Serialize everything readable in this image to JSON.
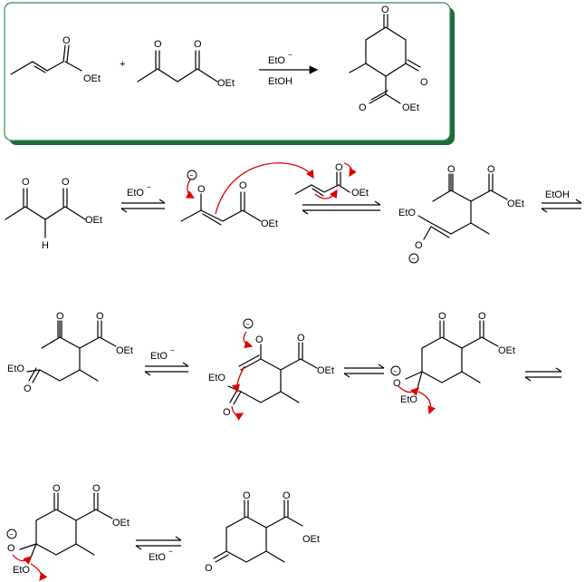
{
  "labels": {
    "oet": "OEt",
    "eto": "EtO",
    "o": "O",
    "h": "H",
    "plus": "+",
    "minus": "−",
    "ethoxide": "EtO",
    "ethoxide_charge": "−",
    "ethanol": "EtOH"
  },
  "colors": {
    "box_border": "#2e8b57",
    "box_shadow": "#1e6b3a",
    "curved_arrow": "#e00000",
    "ink": "#000000"
  }
}
